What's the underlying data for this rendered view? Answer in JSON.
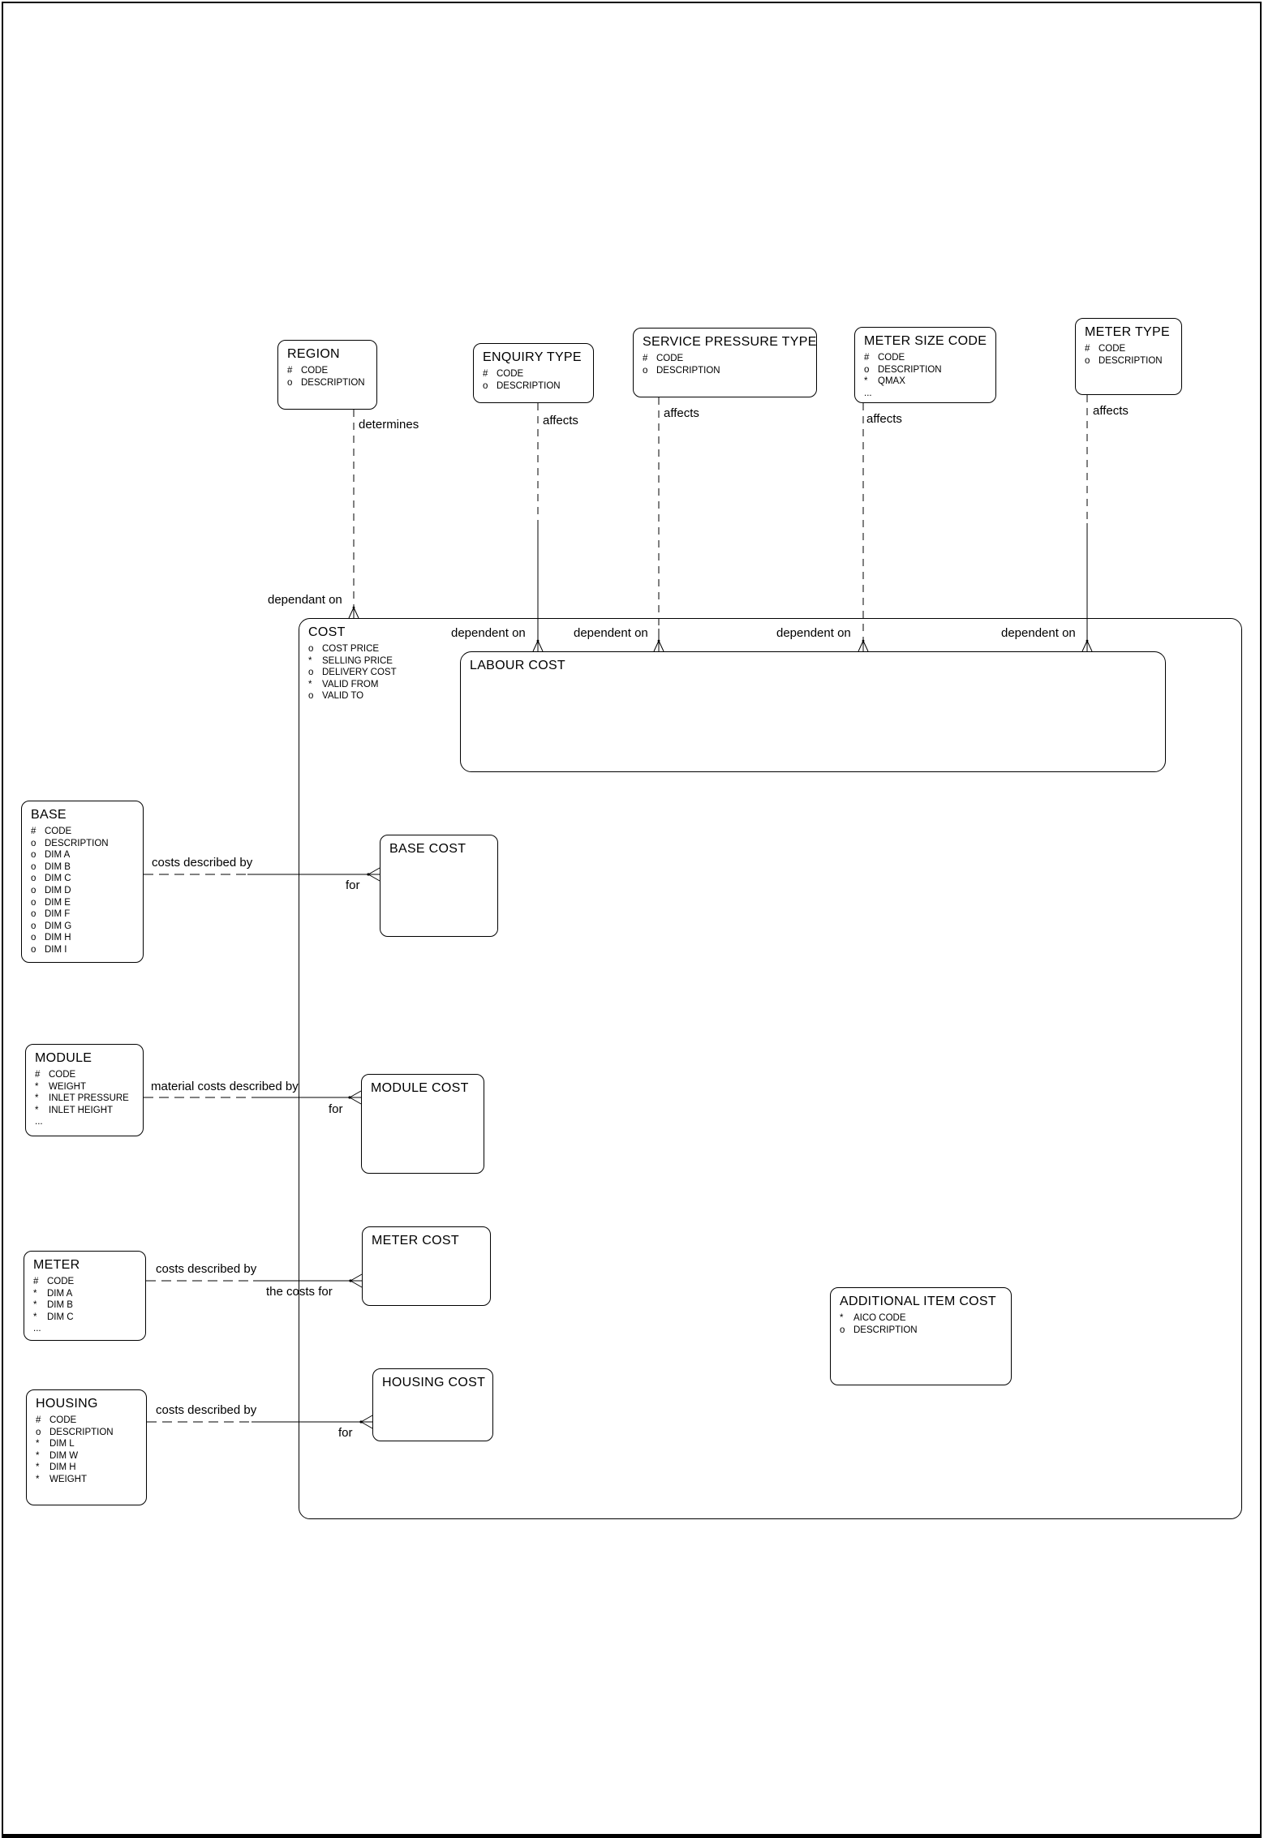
{
  "entities": {
    "region": {
      "title": "REGION",
      "attrs": [
        {
          "p": "#",
          "n": "CODE"
        },
        {
          "p": "o",
          "n": "DESCRIPTION"
        }
      ]
    },
    "enquiry_type": {
      "title": "ENQUIRY TYPE",
      "attrs": [
        {
          "p": "#",
          "n": "CODE"
        },
        {
          "p": "o",
          "n": "DESCRIPTION"
        }
      ]
    },
    "service_pressure_type": {
      "title": "SERVICE PRESSURE TYPE",
      "attrs": [
        {
          "p": "#",
          "n": "CODE"
        },
        {
          "p": "o",
          "n": "DESCRIPTION"
        }
      ]
    },
    "meter_size_code": {
      "title": "METER SIZE CODE",
      "attrs": [
        {
          "p": "#",
          "n": "CODE"
        },
        {
          "p": "o",
          "n": "DESCRIPTION"
        },
        {
          "p": "*",
          "n": "QMAX"
        },
        {
          "p": "...",
          "n": ""
        }
      ]
    },
    "meter_type": {
      "title": "METER TYPE",
      "attrs": [
        {
          "p": "#",
          "n": "CODE"
        },
        {
          "p": "o",
          "n": "DESCRIPTION"
        }
      ]
    },
    "cost": {
      "title": "COST",
      "attrs": [
        {
          "p": "o",
          "n": "COST PRICE"
        },
        {
          "p": "*",
          "n": "SELLING PRICE"
        },
        {
          "p": "o",
          "n": "DELIVERY COST"
        },
        {
          "p": "*",
          "n": "VALID FROM"
        },
        {
          "p": "o",
          "n": "VALID TO"
        }
      ]
    },
    "labour_cost": {
      "title": "LABOUR COST",
      "attrs": []
    },
    "base": {
      "title": "BASE",
      "attrs": [
        {
          "p": "#",
          "n": "CODE"
        },
        {
          "p": "o",
          "n": "DESCRIPTION"
        },
        {
          "p": "o",
          "n": "DIM A"
        },
        {
          "p": "o",
          "n": "DIM B"
        },
        {
          "p": "o",
          "n": "DIM C"
        },
        {
          "p": "o",
          "n": "DIM D"
        },
        {
          "p": "o",
          "n": "DIM E"
        },
        {
          "p": "o",
          "n": "DIM F"
        },
        {
          "p": "o",
          "n": "DIM G"
        },
        {
          "p": "o",
          "n": "DIM H"
        },
        {
          "p": "o",
          "n": "DIM I"
        }
      ]
    },
    "base_cost": {
      "title": "BASE COST",
      "attrs": []
    },
    "module": {
      "title": "MODULE",
      "attrs": [
        {
          "p": "#",
          "n": "CODE"
        },
        {
          "p": "*",
          "n": "WEIGHT"
        },
        {
          "p": "*",
          "n": "INLET PRESSURE"
        },
        {
          "p": "*",
          "n": "INLET HEIGHT"
        },
        {
          "p": "...",
          "n": ""
        }
      ]
    },
    "module_cost": {
      "title": "MODULE COST",
      "attrs": []
    },
    "meter": {
      "title": "METER",
      "attrs": [
        {
          "p": "#",
          "n": "CODE"
        },
        {
          "p": "*",
          "n": "DIM A"
        },
        {
          "p": "*",
          "n": "DIM B"
        },
        {
          "p": "*",
          "n": "DIM C"
        },
        {
          "p": "...",
          "n": ""
        }
      ]
    },
    "meter_cost": {
      "title": "METER COST",
      "attrs": []
    },
    "housing": {
      "title": "HOUSING",
      "attrs": [
        {
          "p": "#",
          "n": "CODE"
        },
        {
          "p": "o",
          "n": "DESCRIPTION"
        },
        {
          "p": "*",
          "n": "DIM L"
        },
        {
          "p": "*",
          "n": "DIM W"
        },
        {
          "p": "*",
          "n": "DIM H"
        },
        {
          "p": "*",
          "n": "WEIGHT"
        }
      ]
    },
    "housing_cost": {
      "title": "HOUSING COST",
      "attrs": []
    },
    "additional_item_cost": {
      "title": "ADDITIONAL ITEM COST",
      "attrs": [
        {
          "p": "*",
          "n": "AICO CODE"
        },
        {
          "p": "o",
          "n": "DESCRIPTION"
        }
      ]
    }
  },
  "relationships": [
    {
      "from": "REGION",
      "to": "COST",
      "label_near": "determines",
      "label_far": "dependant on"
    },
    {
      "from": "ENQUIRY TYPE",
      "to": "LABOUR COST",
      "label_near": "affects",
      "label_far": "dependent on"
    },
    {
      "from": "SERVICE PRESSURE TYPE",
      "to": "LABOUR COST",
      "label_near": "affects",
      "label_far": "dependent on"
    },
    {
      "from": "METER SIZE CODE",
      "to": "LABOUR COST",
      "label_near": "affects",
      "label_far": "dependent on"
    },
    {
      "from": "METER TYPE",
      "to": "LABOUR COST",
      "label_near": "affects",
      "label_far": "dependent on"
    },
    {
      "from": "BASE",
      "to": "BASE COST",
      "label_near": "costs described by",
      "label_far": "for"
    },
    {
      "from": "MODULE",
      "to": "MODULE COST",
      "label_near": "material costs described by",
      "label_far": "for"
    },
    {
      "from": "METER",
      "to": "METER COST",
      "label_near": "costs described by",
      "label_far": "the costs for"
    },
    {
      "from": "HOUSING",
      "to": "HOUSING COST",
      "label_near": "costs described by",
      "label_far": "for"
    }
  ],
  "colors": {
    "ink": "#000000",
    "paper": "#ffffff"
  }
}
